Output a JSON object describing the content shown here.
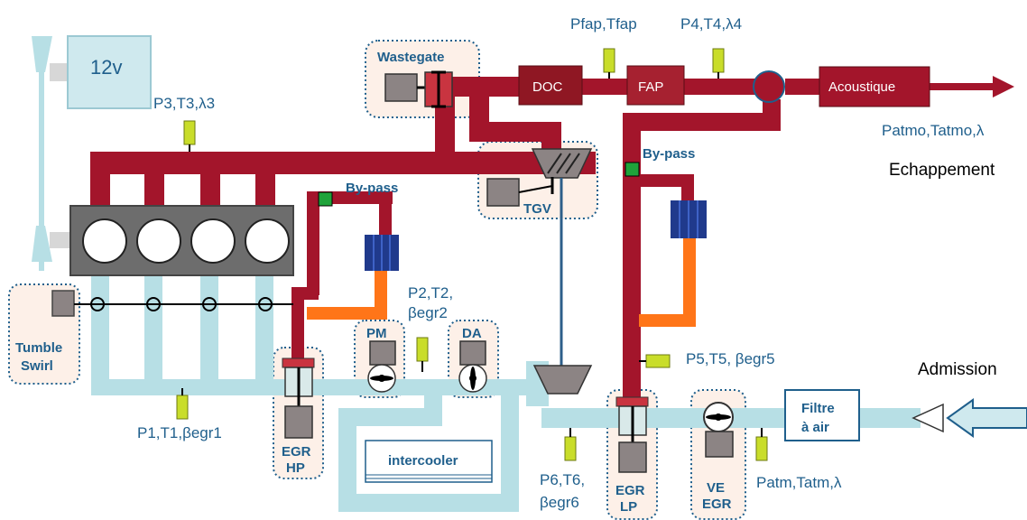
{
  "labels": {
    "battery": "12v",
    "wastegate": "Wastegate",
    "doc": "DOC",
    "fap": "FAP",
    "acoustique": "Acoustique",
    "tgv": "TGV",
    "bypass_hp": "By-pass",
    "bypass_lp": "By-pass",
    "echappement": "Echappement",
    "admission": "Admission",
    "tumble": "Tumble",
    "swirl": "Swirl",
    "pm": "PM",
    "da": "DA",
    "egr_hp_1": "EGR",
    "egr_hp_2": "HP",
    "egr_lp_1": "EGR",
    "egr_lp_2": "LP",
    "ve_egr_1": "VE",
    "ve_egr_2": "EGR",
    "intercooler": "intercooler",
    "filtre_1": "Filtre",
    "filtre_2": "à air"
  },
  "sensors": {
    "s3": "P3,T3,λ3",
    "sfap": "Pfap,Tfap",
    "s4": "P4,T4,λ4",
    "satmo": "Patmo,Tatmo,λ",
    "s2_line1": "P2,T2,",
    "s2_line2": "βegr2",
    "s1": "P1,T1,βegr1",
    "s5": "P5,T5, βegr5",
    "s6_line1": "P6,T6,",
    "s6_line2": "βegr6",
    "satm": "Patm,Tatm,λ"
  },
  "colors": {
    "exhaust": "#a3152b",
    "intake": "#b7dfe5",
    "egr_cooled": "#ff7518",
    "cooler": "#203a8c",
    "sensor": "#c9dd2a",
    "actuator": "#8c8484",
    "valve_node": "#1fa33a",
    "zone": "#fdf0e8",
    "text_blue": "#1f5f8c"
  }
}
